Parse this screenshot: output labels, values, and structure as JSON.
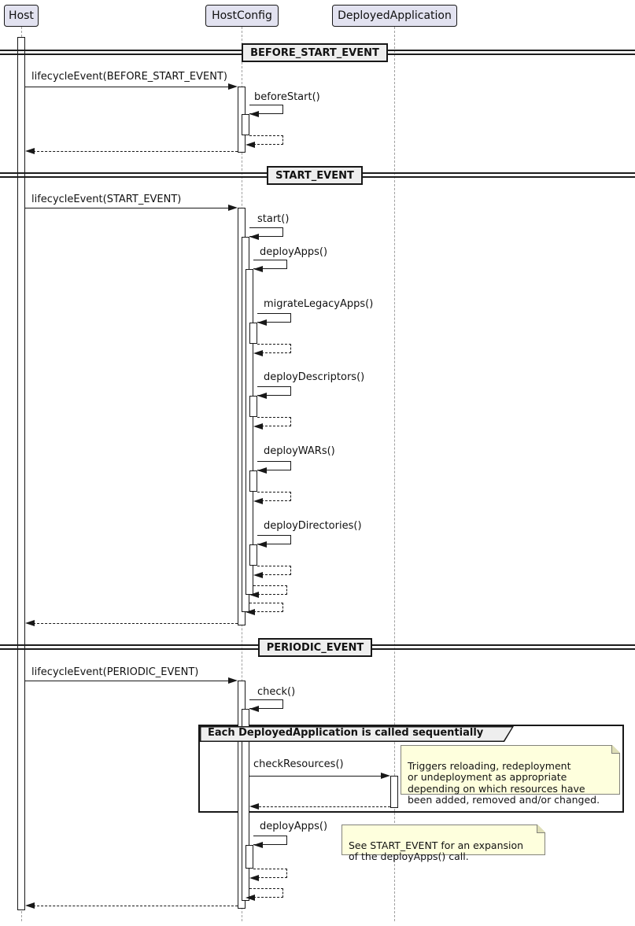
{
  "diagram": {
    "participants": [
      {
        "name": "Host"
      },
      {
        "name": "HostConfig"
      },
      {
        "name": "DeployedApplication"
      }
    ],
    "dividers": [
      {
        "label": "BEFORE_START_EVENT"
      },
      {
        "label": "START_EVENT"
      },
      {
        "label": "PERIODIC_EVENT"
      }
    ],
    "messages": {
      "before_lifecycle": "lifecycleEvent(BEFORE_START_EVENT)",
      "before_start_call": "beforeStart()",
      "start_lifecycle": "lifecycleEvent(START_EVENT)",
      "start_call": "start()",
      "deploy_apps": "deployApps()",
      "migrate_legacy_apps": "migrateLegacyApps()",
      "deploy_descriptors": "deployDescriptors()",
      "deploy_wars": "deployWARs()",
      "deploy_directories": "deployDirectories()",
      "periodic_lifecycle": "lifecycleEvent(PERIODIC_EVENT)",
      "check_call": "check()",
      "check_resources": "checkResources()",
      "periodic_deploy_apps": "deployApps()"
    },
    "group": {
      "label": "Each DeployedApplication is called sequentially"
    },
    "notes": {
      "check_resources_note": "Triggers reloading, redeployment\nor undeployment as appropriate\ndepending on which resources have\nbeen added, removed and/or changed.",
      "deploy_apps_note": "See START_EVENT for an expansion\nof the deployApps() call."
    },
    "colors": {
      "participant_fill": "#E2E2F0",
      "divider_fill": "#EEEEEE",
      "note_fill": "#FEFFDD",
      "line": "#181818",
      "lifeline": "#A0A0A0"
    }
  }
}
